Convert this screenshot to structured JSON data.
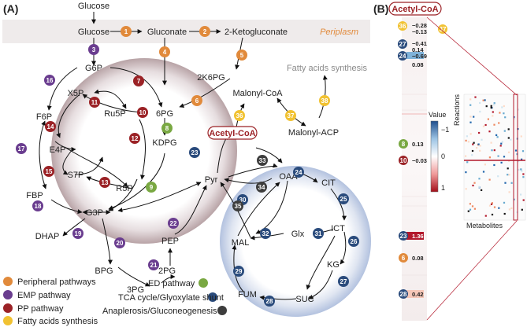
{
  "panels": {
    "a": "(A)",
    "b": "(B)"
  },
  "colors": {
    "peripheral": "#e18a3b",
    "emp": "#6a3d8f",
    "pp": "#9b2226",
    "fatty": "#f1c232",
    "ed": "#79a842",
    "tca": "#2a4b7c",
    "anaplerosis": "#3d3d3d"
  },
  "metabolites": {
    "glucose_ext": "Glucose",
    "glucose": "Glucose",
    "gluconate": "Gluconate",
    "ketogluconate": "2-Ketogluconate",
    "periplasm": "Periplasm",
    "g6p": "G6P",
    "k6pg": "2K6PG",
    "pg6": "6PG",
    "ru5p": "Ru5P",
    "x5p": "X5P",
    "f6p": "F6P",
    "e4p": "E4P",
    "s7p": "S7P",
    "r5p": "R5P",
    "kdpg": "KDPG",
    "fbp": "FBP",
    "g3p": "G3P",
    "dhap": "DHAP",
    "bpg": "BPG",
    "pg3": "3PG",
    "pg2": "2PG",
    "pep": "PEP",
    "pyr": "Pyr",
    "acetylcoa": "Acetyl-CoA",
    "malonylcoa": "Malonyl-CoA",
    "malonylacp": "Malonyl-ACP",
    "fatty": "Fatty acids synthesis",
    "oaa": "OAA",
    "cit": "CIT",
    "ict": "ICT",
    "kg": "KG",
    "suc": "SUC",
    "fum": "FUM",
    "mal": "MAL",
    "glx": "Glx"
  },
  "reactions": [
    "1",
    "2",
    "3",
    "4",
    "5",
    "6",
    "7",
    "8",
    "9",
    "10",
    "11",
    "12",
    "13",
    "14",
    "15",
    "16",
    "17",
    "18",
    "19",
    "20",
    "21",
    "22",
    "23",
    "24",
    "25",
    "26",
    "27",
    "28",
    "29",
    "30",
    "31",
    "32",
    "33",
    "34",
    "35",
    "36",
    "37",
    "38"
  ],
  "legend": [
    {
      "label": "Peripheral pathways",
      "color": "#e18a3b"
    },
    {
      "label": "EMP pathway",
      "color": "#6a3d8f"
    },
    {
      "label": "PP pathway",
      "color": "#9b2226"
    },
    {
      "label": "Fatty acids synthesis",
      "color": "#f1c232"
    },
    {
      "label": "ED pathway",
      "color": "#79a842"
    },
    {
      "label": "TCA cycle/Glyoxylate shunt",
      "color": "#2a4b7c"
    },
    {
      "label": "Anaplerosis/Gluconeogenesis",
      "color": "#3d3d3d"
    }
  ],
  "panel_b": {
    "title": "Acetyl-CoA",
    "colorbar_label": "Value",
    "colorbar_ticks": [
      "−1",
      "0",
      "1"
    ],
    "reactions_label": "Reactions",
    "metabolites_label": "Metabolites",
    "rows": [
      {
        "reaction": "36",
        "color": "#f1c232",
        "value": "−0.28"
      },
      {
        "reaction": "37",
        "color": "#f1c232",
        "value": "−0.13"
      },
      {
        "reaction": "27",
        "color": "#2a4b7c",
        "value": "−0.41"
      },
      {
        "reaction": "",
        "color": "",
        "value": "0.14"
      },
      {
        "reaction": "24",
        "color": "#2a4b7c",
        "value": "−0.69"
      },
      {
        "reaction": "",
        "color": "",
        "value": "0.08"
      },
      {
        "reaction": "8",
        "color": "#79a842",
        "value": "0.13"
      },
      {
        "reaction": "10",
        "color": "#9b2226",
        "value": "−0.03"
      },
      {
        "reaction": "23",
        "color": "#2a4b7c",
        "value": "1.36"
      },
      {
        "reaction": "6",
        "color": "#e18a3b",
        "value": "0.08"
      },
      {
        "reaction": "28",
        "color": "#2a4b7c",
        "value": "0.42"
      }
    ]
  }
}
